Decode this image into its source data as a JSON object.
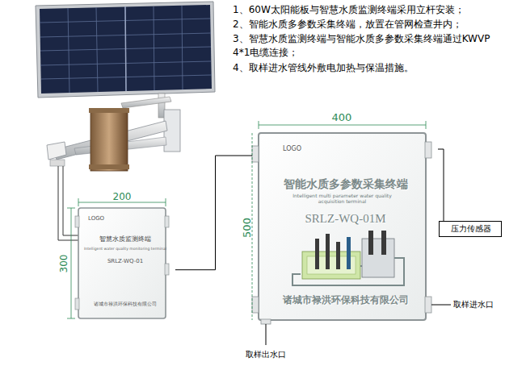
{
  "diagram": {
    "nodes": [
      {
        "text": [
          "LOGO",
          "智慧水质监测终端",
          "Intelligent water quality monitoring terminal",
          "SRLZ-WQ-01",
          "诸城市禄洪环保科技有限公司"
        ]
      },
      {
        "text": [
          "LOGO",
          "智能水质多参数采集终端",
          "Intelligent multi parameter water quality acquisition terminal",
          "SRLZ-WQ-01M",
          "诸城市禄洪环保科技有限公司"
        ]
      },
      {
        "text": [
          "压力传感器"
        ]
      }
    ],
    "edges": [
      {
        "from": 0,
        "to": 1,
        "arrow": "none"
      },
      {
        "from": 1,
        "to": 2,
        "arrow": "none"
      }
    ],
    "labels": [
      "1、60W太阳能板与智慧水质监测终端采用立杆安装；",
      "2、智能水质多参数采集终端，放置在管网检查井内；",
      "3、智慧水质监测终端与智能水质多参数采集终端通过KWVP 4*1电缆连接；",
      "4、取样进水管线外敷电加热与保温措施。",
      "400",
      "200",
      "500",
      "300",
      "取样进水口",
      "取样出水口"
    ]
  }
}
